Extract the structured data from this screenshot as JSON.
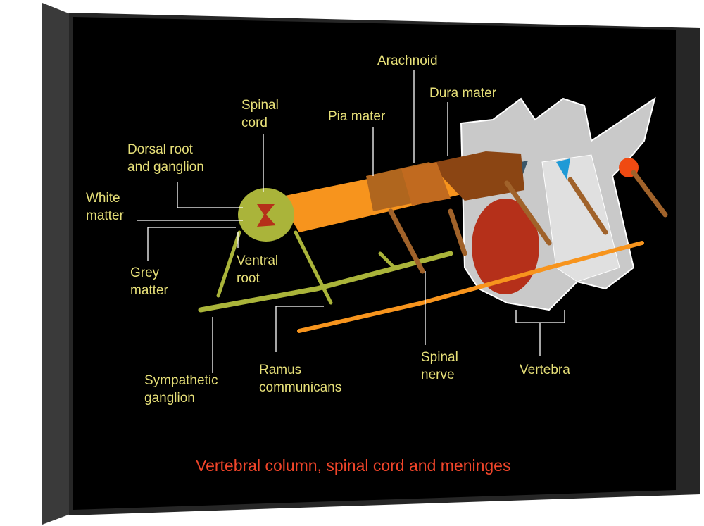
{
  "title": "Vertebral column, spinal cord and meninges",
  "labels": {
    "arachnoid": "Arachnoid",
    "dura_mater": "Dura mater",
    "spinal_cord": "Spinal\ncord",
    "pia_mater": "Pia mater",
    "dorsal_root": "Dorsal root\nand ganglion",
    "white_matter": "White\nmatter",
    "grey_matter": "Grey\nmatter",
    "ventral_root": "Ventral\nroot",
    "sympathetic_ganglion": "Sympathetic\nganglion",
    "ramus_communicans": "Ramus\ncommunicans",
    "spinal_nerve": "Spinal\nnerve",
    "vertebra": "Vertebra"
  },
  "colors": {
    "label": "#e6df78",
    "title": "#f0452a",
    "cord": "#f7941d",
    "dura": "#8b4513",
    "nerve": "#aab43a",
    "bone": "#c8c8c8"
  }
}
